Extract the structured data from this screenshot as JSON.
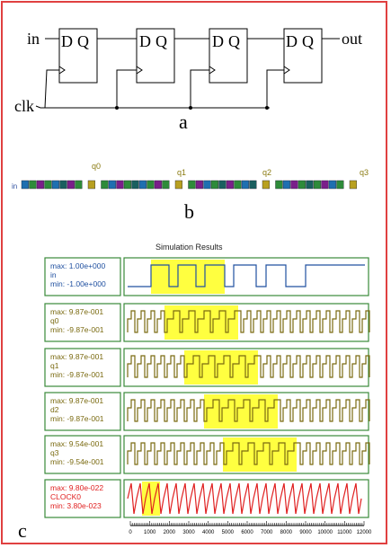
{
  "panel_a": {
    "caption": "a",
    "input_label": "in",
    "output_label": "out",
    "clock_label": "clk",
    "flipflops": [
      {
        "d": "D",
        "q": "Q"
      },
      {
        "d": "D",
        "q": "Q"
      },
      {
        "d": "D",
        "q": "Q"
      },
      {
        "d": "D",
        "q": "Q"
      }
    ]
  },
  "panel_b": {
    "caption": "b",
    "input_label": "in",
    "tap_labels": [
      "q0",
      "q1",
      "q2",
      "q3"
    ],
    "cell_palette": [
      "#1f6fb0",
      "#2e8b3a",
      "#7a1f8a",
      "#1a5f5f",
      "#b8a020",
      "#6a6a6a"
    ]
  },
  "panel_c": {
    "caption": "c",
    "title": "Simulation Results",
    "signals": [
      {
        "name": "in",
        "max": "max: 1.00e+000",
        "min": "min: -1.00e+000",
        "color": "#2050a0"
      },
      {
        "name": "q0",
        "max": "max: 9.87e-001",
        "min": "min: -9.87e-001",
        "color": "#7a6a10"
      },
      {
        "name": "q1",
        "max": "max: 9.87e-001",
        "min": "min: -9.87e-001",
        "color": "#7a6a10"
      },
      {
        "name": "d2",
        "max": "max: 9.87e-001",
        "min": "min: -9.87e-001",
        "color": "#7a6a10"
      },
      {
        "name": "q3",
        "max": "max: 9.54e-001",
        "min": "min: -9.54e-001",
        "color": "#7a6a10"
      },
      {
        "name": "CLOCK0",
        "max": "max: 9.80e-022",
        "min": "min: 3.80e-023",
        "color": "#e02020"
      }
    ],
    "highlight_color": "#ffff40",
    "axis_ticks": [
      "0",
      "1000",
      "2000",
      "3000",
      "4000",
      "5000",
      "6000",
      "7000",
      "8000",
      "9000",
      "10000",
      "11000",
      "12000"
    ]
  }
}
